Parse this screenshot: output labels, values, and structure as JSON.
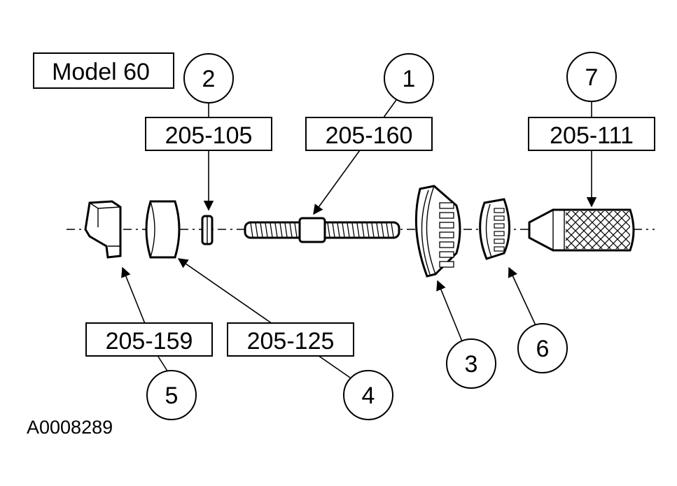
{
  "model_label": "Model 60",
  "figure_id": "A0008289",
  "callouts": [
    {
      "number": "1",
      "part_number": "205-160"
    },
    {
      "number": "2",
      "part_number": "205-105"
    },
    {
      "number": "3",
      "part_number": ""
    },
    {
      "number": "4",
      "part_number": "205-125"
    },
    {
      "number": "5",
      "part_number": "205-159"
    },
    {
      "number": "6",
      "part_number": ""
    },
    {
      "number": "7",
      "part_number": "205-111"
    }
  ]
}
